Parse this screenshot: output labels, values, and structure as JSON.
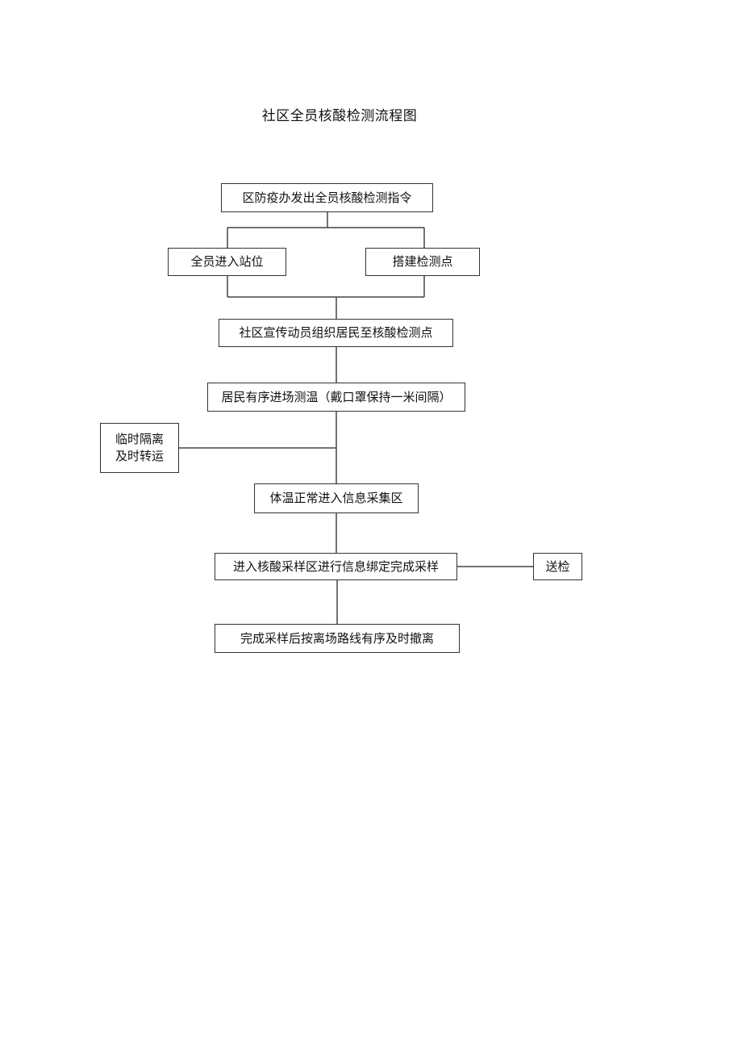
{
  "title": "社区全员核酸检测流程图",
  "nodes": {
    "command": "区防疫办发出全员核酸检测指令",
    "staff_in_position": "全员进入站位",
    "setup_test_site": "搭建检测点",
    "community_mobilize": "社区宣传动员组织居民至核酸检测点",
    "temperature_check": "居民有序进场测温（戴口罩保持一米间隔）",
    "isolation": {
      "line1": "临时隔离",
      "line2": "及时转运"
    },
    "info_collection": "体温正常进入信息采集区",
    "sampling": "进入核酸采样区进行信息绑定完成采样",
    "send_for_test": "送检",
    "exit": "完成采样后按离场路线有序及时撤离"
  }
}
